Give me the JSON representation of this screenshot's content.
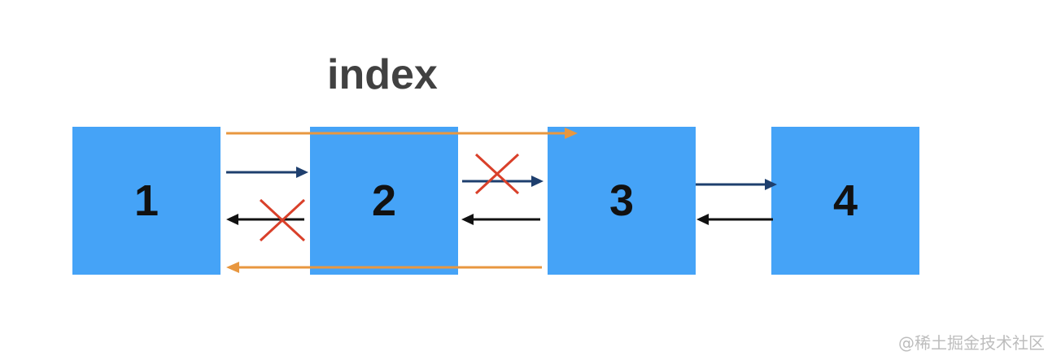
{
  "diagram": {
    "index_label": "index",
    "nodes": [
      {
        "label": "1"
      },
      {
        "label": "2"
      },
      {
        "label": "3"
      },
      {
        "label": "4"
      }
    ]
  },
  "colors": {
    "node_fill": "#45a3f7",
    "forward_arrow": "#1e3f6e",
    "backward_arrow": "#111111",
    "new_link": "#e8973f",
    "removed_mark": "#d9402a"
  },
  "watermark": "@稀土掘金技术社区"
}
